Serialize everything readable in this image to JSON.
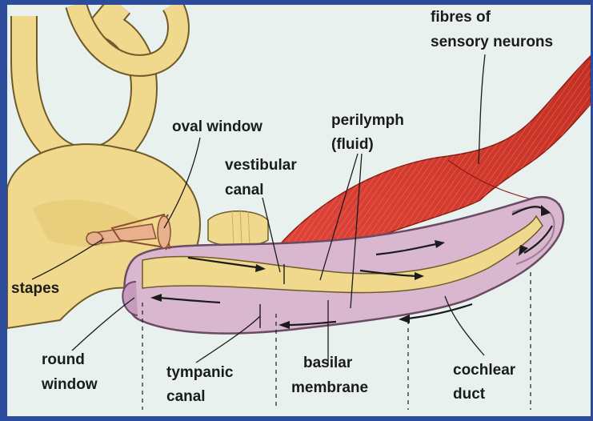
{
  "labels": {
    "fibres_line1": "fibres of",
    "fibres_line2": "sensory neurons",
    "oval_window": "oval window",
    "perilymph_line1": "perilymph",
    "perilymph_line2": "(fluid)",
    "vestibular_line1": "vestibular",
    "vestibular_line2": "canal",
    "stapes": "stapes",
    "round_line1": "round",
    "round_line2": "window",
    "tympanic_line1": "tympanic",
    "tympanic_line2": "canal",
    "basilar_line1": "basilar",
    "basilar_line2": "membrane",
    "cochlear_line1": "cochlear",
    "cochlear_line2": "duct"
  },
  "colors": {
    "frame": "#2c4b9a",
    "background": "#e9f1ef",
    "bone": "#f0d88c",
    "bone_outline": "#6f5a2a",
    "canal": "#d8b7cf",
    "canal_dark": "#a57a9b",
    "nerve": "#d73a2a",
    "ossicle": "#e8b08d"
  }
}
